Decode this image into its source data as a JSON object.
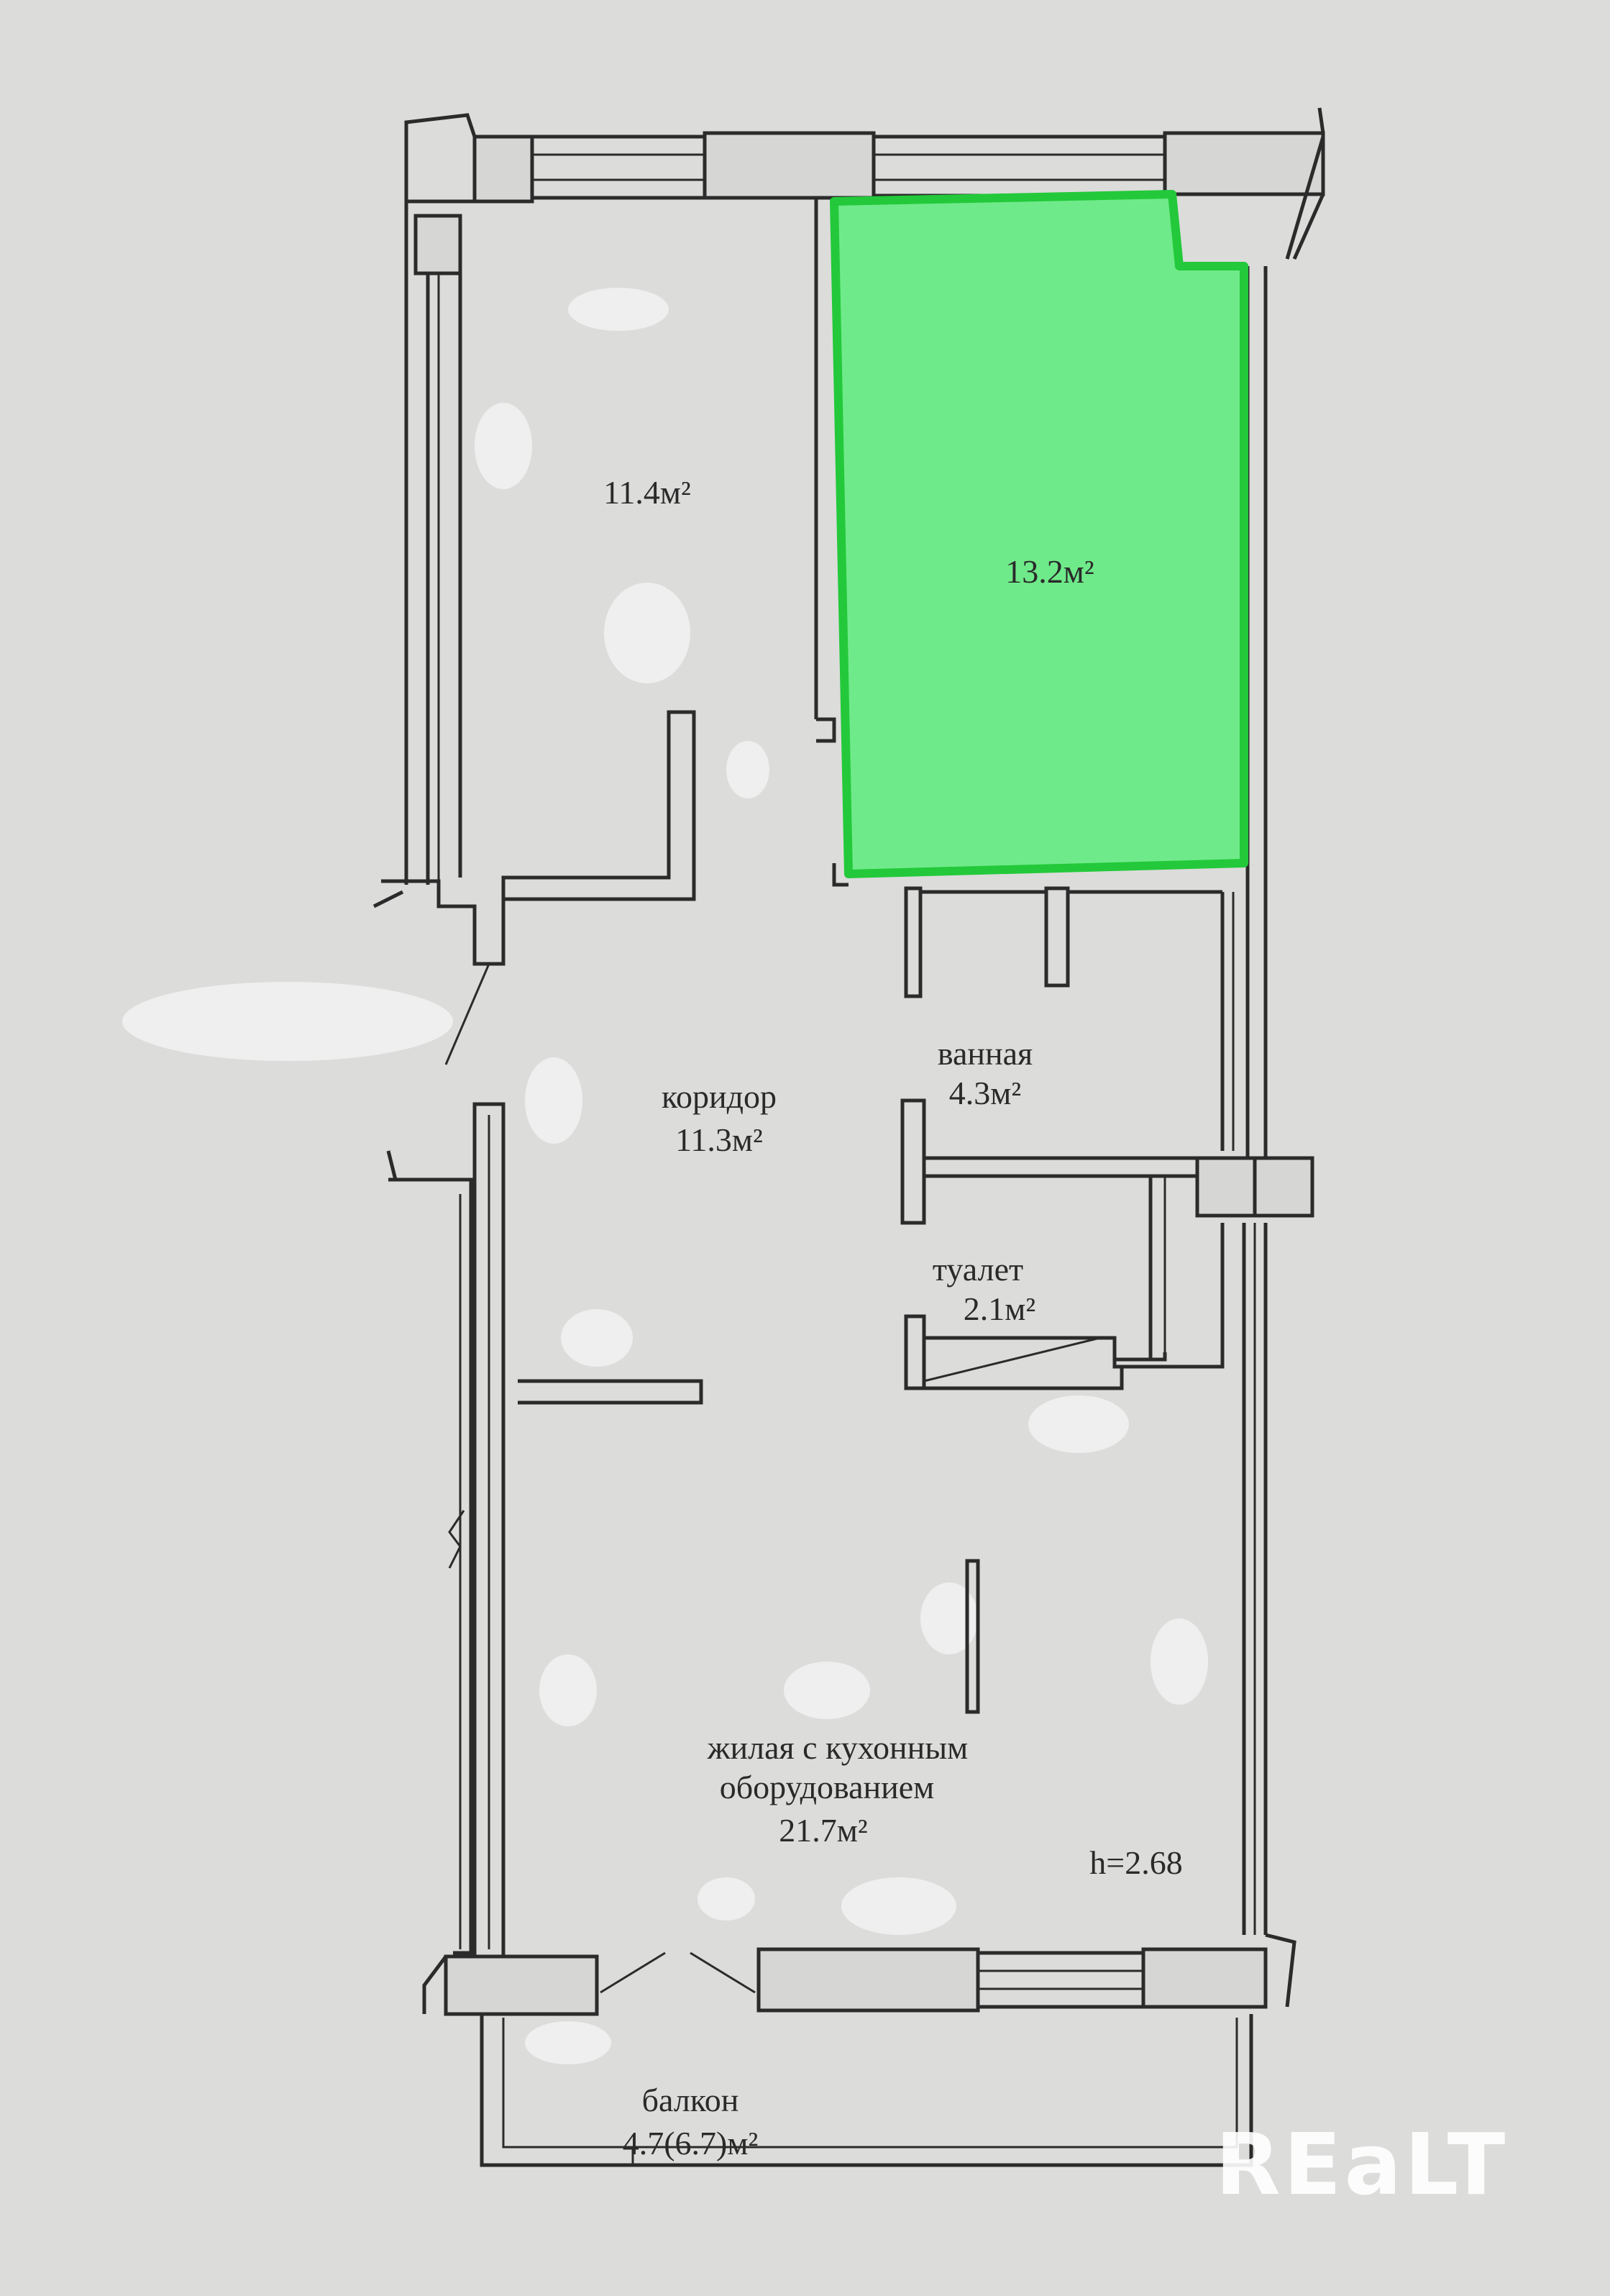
{
  "rooms": {
    "room_1": {
      "area": "11.4м²"
    },
    "room_2": {
      "area": "13.2м²",
      "highlight_color": "#6fea8a"
    },
    "corridor": {
      "name": "коридор",
      "area": "11.3м²"
    },
    "bathroom": {
      "name": "ванная",
      "area": "4.3м²"
    },
    "toilet": {
      "name": "туалет",
      "area": "2.1м²"
    },
    "living_kitchen": {
      "name_line1": "жилая с кухонным",
      "name_line2": "оборудованием",
      "area": "21.7м²"
    },
    "balcony": {
      "name": "балкон",
      "area": "4.7(6.7)м²"
    }
  },
  "ceiling_height": "h=2.68",
  "watermark": "REaLT",
  "colors": {
    "background": "#dcdcdb",
    "walls": "#2b2b2b",
    "highlight": "#6fea8a",
    "highlight_outline": "#23c93a"
  }
}
